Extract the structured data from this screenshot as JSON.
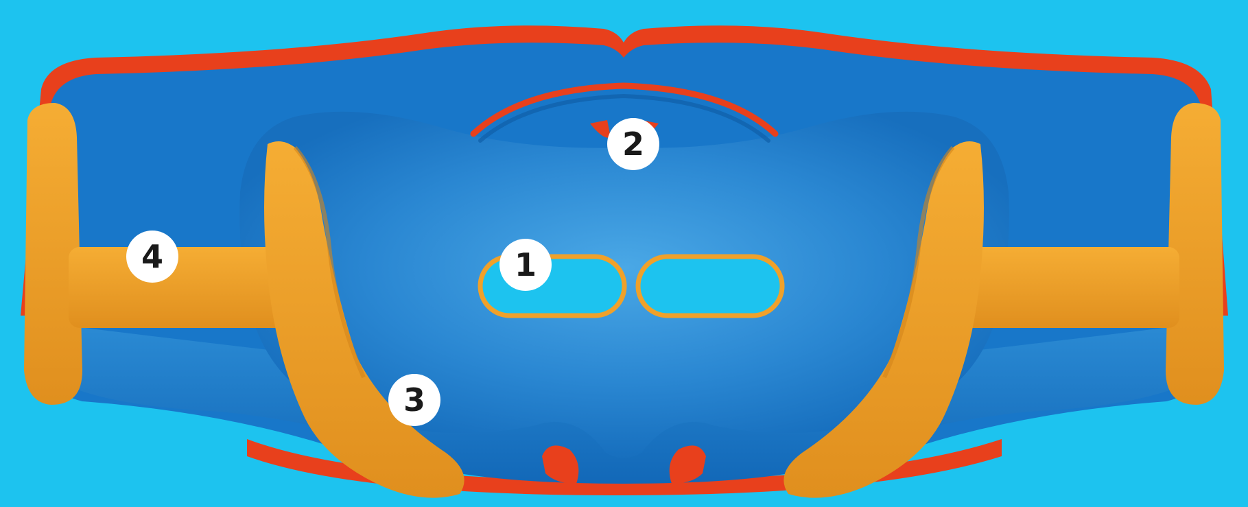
{
  "colors": {
    "background": "#1dc3ef",
    "body_blue": "#1877c9",
    "body_blue_light": "#3a9de0",
    "body_blue_dark": "#0f5fa8",
    "rim_red": "#e8401c",
    "rim_red_dark": "#c42c12",
    "orange": "#f0a12a",
    "orange_dark": "#d4851a",
    "badge_fill": "#ffffff",
    "badge_text": "#1a1a1a"
  },
  "callouts": [
    {
      "number": "1"
    },
    {
      "number": "2"
    },
    {
      "number": "3"
    },
    {
      "number": "4"
    }
  ]
}
